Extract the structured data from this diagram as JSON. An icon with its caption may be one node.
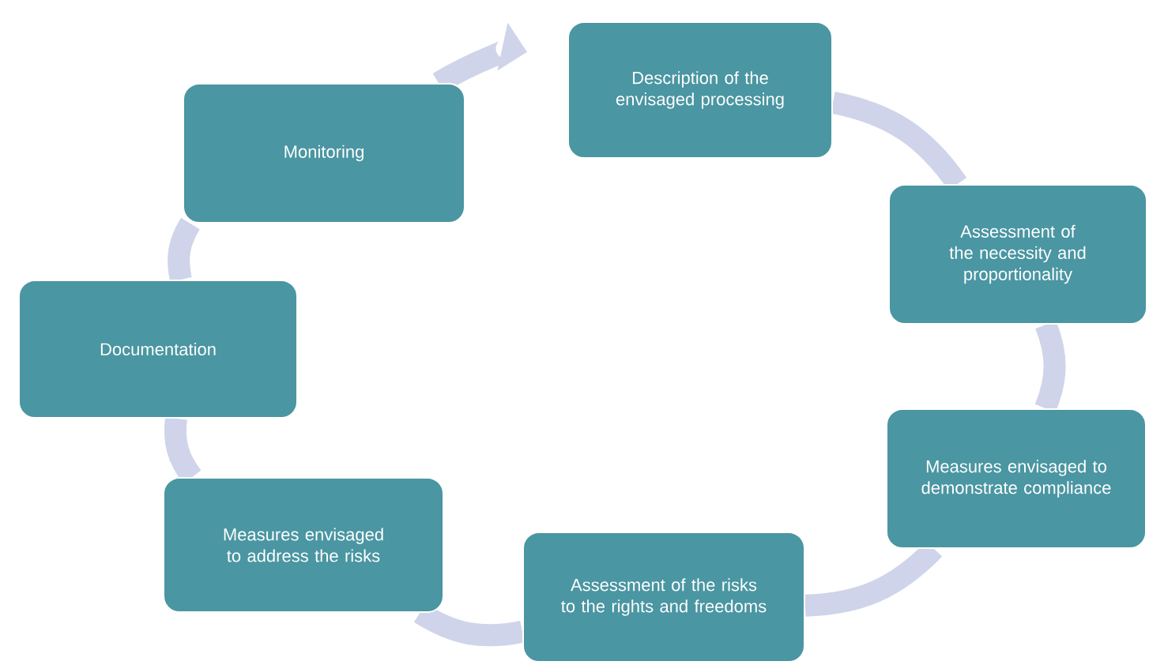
{
  "diagram": {
    "nodes": [
      {
        "text": [
          "Description of the envisaged processing"
        ]
      },
      {
        "text": [
          "Assessment of the necessity and proportionality"
        ]
      },
      {
        "text": [
          "Measures envisaged to demonstrate compliance"
        ]
      },
      {
        "text": [
          "Assessment of the risks to the rights and freedoms"
        ]
      },
      {
        "text": [
          "Measures envisaged to address the risks"
        ]
      },
      {
        "text": [
          "Documentation"
        ]
      },
      {
        "text": [
          "Monitoring"
        ]
      }
    ],
    "edges": [
      {
        "from": 0,
        "to": 1,
        "arrow": "none"
      },
      {
        "from": 1,
        "to": 2,
        "arrow": "none"
      },
      {
        "from": 2,
        "to": 3,
        "arrow": "none"
      },
      {
        "from": 3,
        "to": 4,
        "arrow": "none"
      },
      {
        "from": 4,
        "to": 5,
        "arrow": "none"
      },
      {
        "from": 5,
        "to": 6,
        "arrow": "none"
      },
      {
        "from": 6,
        "to": 0,
        "arrow": "to"
      }
    ]
  }
}
